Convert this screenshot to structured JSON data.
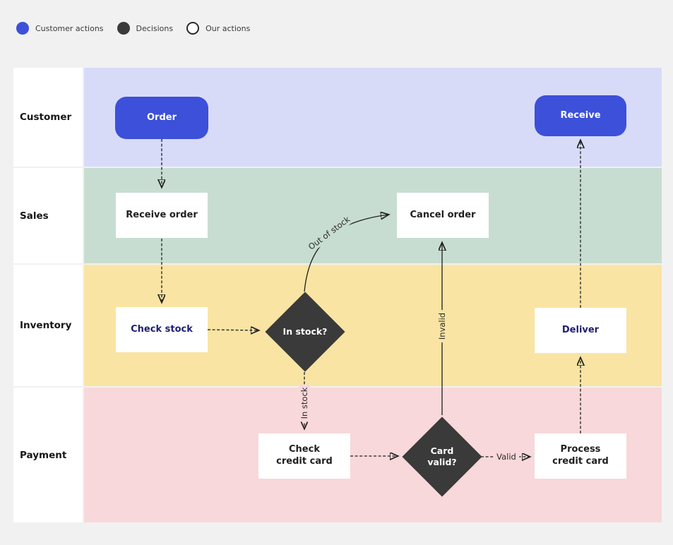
{
  "legend": {
    "items": [
      {
        "label": "Customer actions",
        "swatch": "customer-actions"
      },
      {
        "label": "Decisions",
        "swatch": "decisions"
      },
      {
        "label": "Our actions",
        "swatch": "our-actions"
      }
    ]
  },
  "lanes": [
    {
      "label": "Customer",
      "color": "#d8dbf8"
    },
    {
      "label": "Sales",
      "color": "#c8ddd1"
    },
    {
      "label": "Inventory",
      "color": "#f9e4a3"
    },
    {
      "label": "Payment",
      "color": "#f8d8da"
    }
  ],
  "nodes": {
    "order": {
      "label": "Order"
    },
    "receive": {
      "label": "Receive"
    },
    "receive_order": {
      "label": "Receive order"
    },
    "cancel_order": {
      "label": "Cancel order"
    },
    "check_stock": {
      "label": "Check stock"
    },
    "in_stock_decision": {
      "label": "In stock?"
    },
    "deliver": {
      "label": "Deliver"
    },
    "check_credit_card": {
      "label": "Check\ncredit card"
    },
    "card_valid_decision": {
      "label": "Card\nvalid?"
    },
    "process_credit_card": {
      "label": "Process\ncredit card"
    }
  },
  "edge_labels": {
    "out_of_stock": "Out of stock",
    "in_stock": "In stock",
    "invalid": "Invalid",
    "valid": "Valid"
  },
  "colors": {
    "customer_action": "#3c50d9",
    "decision": "#3a3a3a",
    "our_action": "#ffffff",
    "line": "#1f1f1f"
  }
}
